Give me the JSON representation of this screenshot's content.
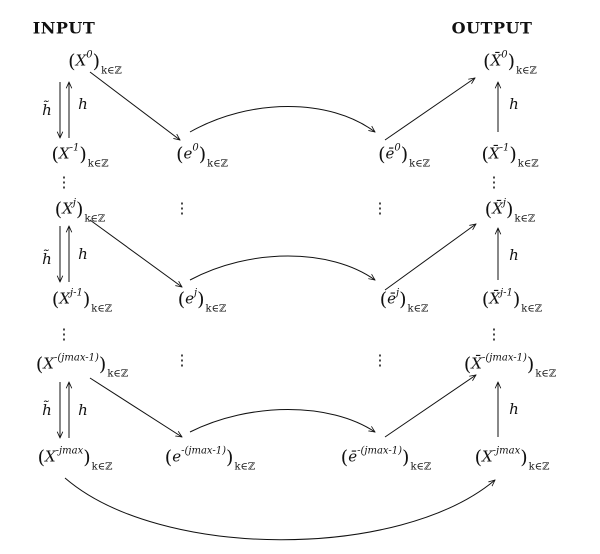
{
  "headers": {
    "input": "INPUT",
    "output": "OUTPUT"
  },
  "labels": {
    "h": "h",
    "h_tilde": "h̃"
  },
  "dots": {
    "vertical": "⋮"
  },
  "index_set": "k∈ℤ",
  "nodes": {
    "x0": {
      "base": "X",
      "exp": "0"
    },
    "xm1": {
      "base": "X",
      "exp": "-1"
    },
    "xj": {
      "base": "X",
      "exp": "j"
    },
    "xjm1": {
      "base": "X",
      "exp": "j-1"
    },
    "xjmx": {
      "base": "X",
      "exp": "-(jmax-1)"
    },
    "xjmax": {
      "base": "X",
      "exp": "-jmax"
    },
    "e0": {
      "base": "e",
      "exp": "0"
    },
    "ej": {
      "base": "e",
      "exp": "j"
    },
    "ejmx": {
      "base": "e",
      "exp": "-(jmax-1)"
    },
    "eb0": {
      "base": "ē",
      "exp": "0"
    },
    "ebj": {
      "base": "ē",
      "exp": "j"
    },
    "ebjmx": {
      "base": "ē",
      "exp": "-(jmax-1)"
    },
    "xb0": {
      "base": "X̄",
      "exp": "0"
    },
    "xbm1": {
      "base": "X̄",
      "exp": "-1"
    },
    "xbj": {
      "base": "X̄",
      "exp": "j"
    },
    "xbjm1": {
      "base": "X̄",
      "exp": "j-1"
    },
    "xbjmx": {
      "base": "X̄",
      "exp": "-(jmax-1)"
    },
    "xout": {
      "base": "X",
      "exp": "-jmax"
    }
  }
}
